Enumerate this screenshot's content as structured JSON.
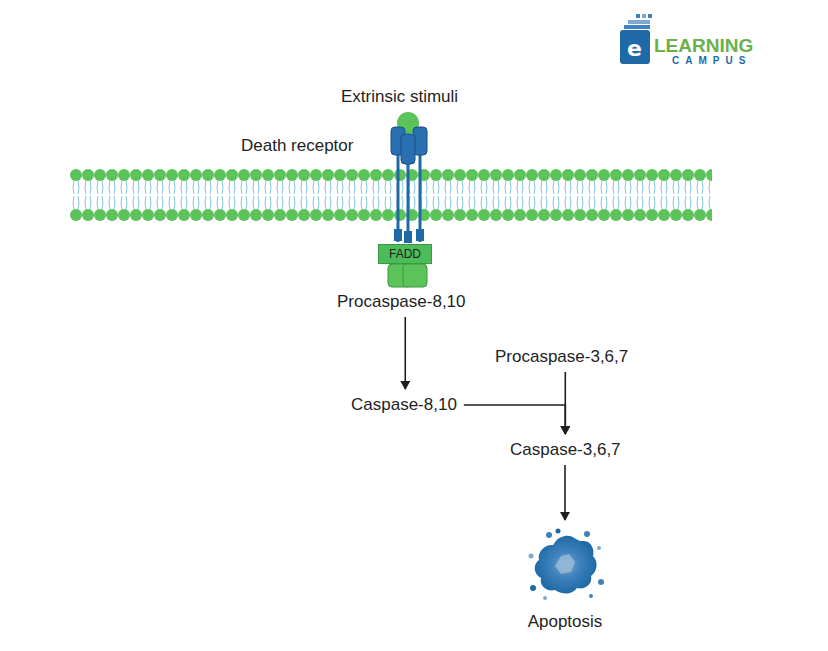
{
  "diagram": {
    "nodes": [
      {
        "text": [
          "FADD"
        ]
      },
      {
        "text": [
          "Procaspase-8,10"
        ]
      },
      {
        "text": [
          "Caspase-8,10"
        ]
      },
      {
        "text": [
          "Procaspase-3,6,7"
        ]
      },
      {
        "text": [
          "Caspase-3,6,7"
        ]
      },
      {
        "text": [
          "Apoptosis"
        ]
      }
    ],
    "edges": [
      {
        "from": 1,
        "to": 2,
        "arrow": "to"
      },
      {
        "from": 2,
        "to": 4,
        "arrow": "to"
      },
      {
        "from": 3,
        "to": 4,
        "arrow": "to"
      },
      {
        "from": 4,
        "to": 5,
        "arrow": "to"
      }
    ],
    "labels": [
      "Extrinsic stimuli",
      "Death receptor",
      "e",
      "LEARNING",
      "CAMPUS"
    ]
  }
}
